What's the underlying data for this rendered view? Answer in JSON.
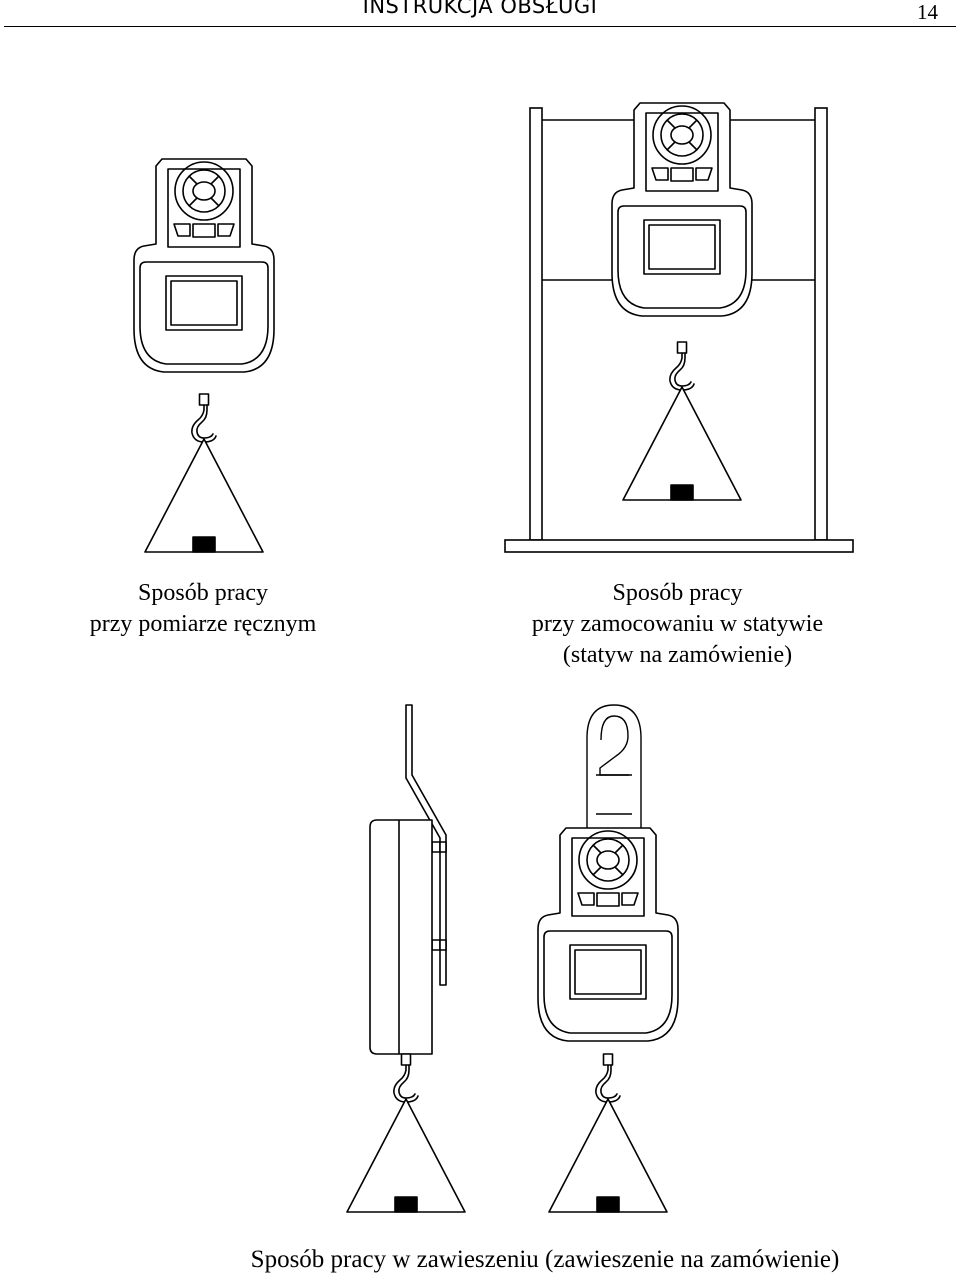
{
  "header": {
    "title": "INSTRUKCJA OBSŁUGI",
    "page_number": "14"
  },
  "captions": {
    "manual": {
      "line1": "Sposób pracy",
      "line2": "przy pomiarze ręcznym"
    },
    "stand": {
      "line1": "Sposób pracy",
      "line2": "przy zamocowaniu w statywie",
      "line3": "(statyw na zamówienie)"
    },
    "hanging": {
      "line1": "Sposób pracy w zawieszeniu (zawieszenie na zamówienie)"
    }
  }
}
